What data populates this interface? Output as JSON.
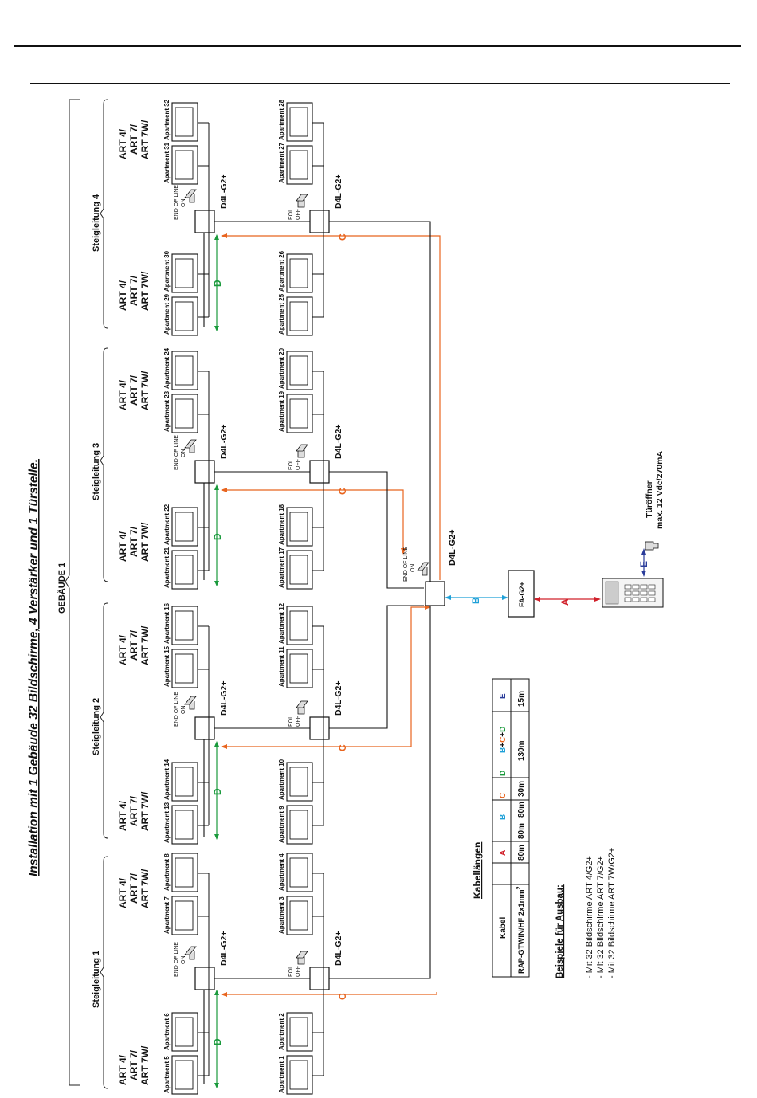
{
  "title": "Installation mit 1 Gebäude 32 Bildschirme, 4 Verstärker und 1 Türstelle.",
  "building_label": "GEBÄUDE 1",
  "monitor_type_lines": [
    "ART 4/",
    "ART 7/",
    "ART 7W/"
  ],
  "risers": [
    {
      "label": "Steigleitung 1",
      "distributor_top": "D4L-G2+",
      "distributor_bottom": "D4L-G2+",
      "eol_top": [
        "END OF LINE",
        "ON"
      ],
      "eol_bottom": [
        "EOL",
        "OFF"
      ],
      "apartments_top": [
        "Apartment 5",
        "Apartment 6",
        "Apartment 7",
        "Apartment 8"
      ],
      "apartments_bottom": [
        "Apartment 1",
        "Apartment 2",
        "Apartment 3",
        "Apartment 4"
      ]
    },
    {
      "label": "Steigleitung 2",
      "distributor_top": "D4L-G2+",
      "distributor_bottom": "D4L-G2+",
      "eol_top": [
        "END OF LINE",
        "ON"
      ],
      "eol_bottom": [
        "EOL",
        "OFF"
      ],
      "apartments_top": [
        "Apartment 13",
        "Apartment 14",
        "Apartment 15",
        "Apartment 16"
      ],
      "apartments_bottom": [
        "Apartment 9",
        "Apartment 10",
        "Apartment 11",
        "Apartment 12"
      ]
    },
    {
      "label": "Steigleitung 3",
      "distributor_top": "D4L-G2+",
      "distributor_bottom": "D4L-G2+",
      "eol_top": [
        "END OF LINE",
        "ON"
      ],
      "eol_bottom": [
        "EOL",
        "OFF"
      ],
      "apartments_top": [
        "Apartment 21",
        "Apartment 22",
        "Apartment 23",
        "Apartment 24"
      ],
      "apartments_bottom": [
        "Apartment 17",
        "Apartment 18",
        "Apartment 19",
        "Apartment 20"
      ]
    },
    {
      "label": "Steigleitung 4",
      "distributor_top": "D4L-G2+",
      "distributor_bottom": "D4L-G2+",
      "eol_top": [
        "END OF LINE",
        "ON"
      ],
      "eol_bottom": [
        "EOL",
        "OFF"
      ],
      "apartments_top": [
        "Apartment 29",
        "Apartment 30",
        "Apartment 31",
        "Apartment 32"
      ],
      "apartments_bottom": [
        "Apartment 25",
        "Apartment 26",
        "Apartment 27",
        "Apartment 28"
      ]
    }
  ],
  "main_distributor": {
    "label": "D4L-G2+",
    "eol": [
      "END OF LINE",
      "ON"
    ]
  },
  "amplifier_label": "FA-G2+",
  "door_opener": [
    "Türöffner",
    "max. 12 Vdc/270mA"
  ],
  "cable_letters": {
    "A": "A",
    "B": "B",
    "C": "C",
    "D": "D",
    "E": "E"
  },
  "cable_colors": {
    "A": "#d0202a",
    "B": "#1ea0d8",
    "C": "#e8641e",
    "D": "#1a9a3c",
    "E": "#2a3c9a",
    "trunk": "#111111"
  },
  "cable_table": {
    "title": "Kabellängen",
    "headers": [
      "Kabel",
      "A",
      "B",
      "C",
      "D",
      "B+C+D",
      "E"
    ],
    "row_label": "RAP-GTWIN/HF 2x1mm",
    "row_label_sup": "2",
    "values": [
      "80m",
      "80m",
      "80m",
      "30m",
      "130m",
      "15m"
    ]
  },
  "examples": {
    "heading": "Beispiele für Ausbau:",
    "items": [
      "- Mit 32 Bildschirme ART 4/G2+",
      "- Mit 32 Bildschirme ART 7/G2+",
      "- Mit 32 Bildschirme ART 7W/G2+"
    ]
  }
}
